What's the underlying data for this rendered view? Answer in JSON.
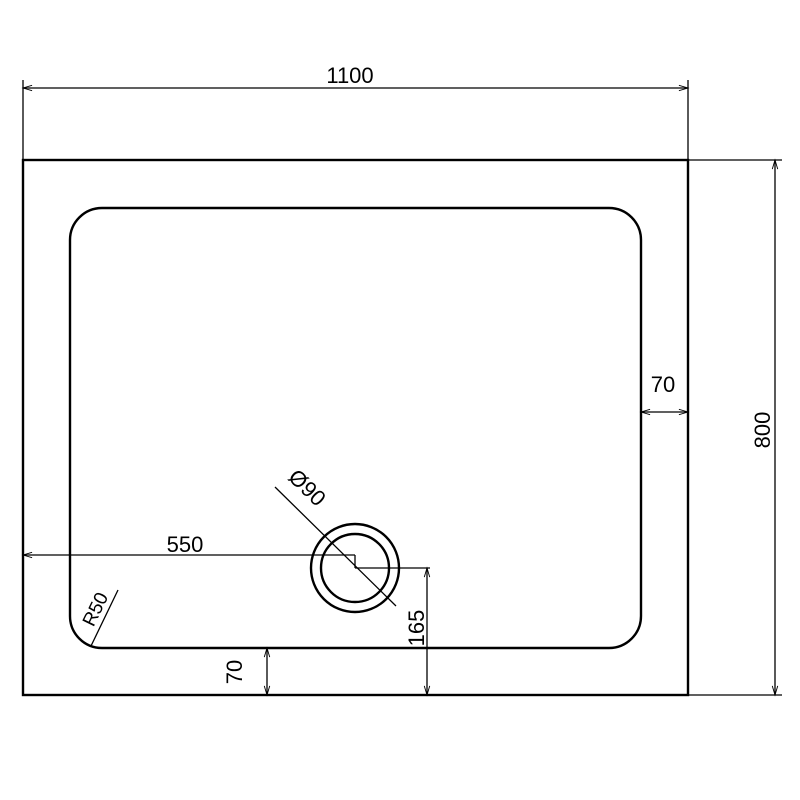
{
  "title": "Shower tray dimension drawing",
  "dimensions": {
    "overall_width": "1100",
    "overall_depth": "800",
    "rim_side": "70",
    "rim_bottom": "70",
    "drain_offset_x": "550",
    "drain_offset_y": "165",
    "drain_diameter": "Ø90",
    "corner_radius": "R50"
  },
  "colors": {
    "line": "#000000",
    "background": "#ffffff"
  }
}
